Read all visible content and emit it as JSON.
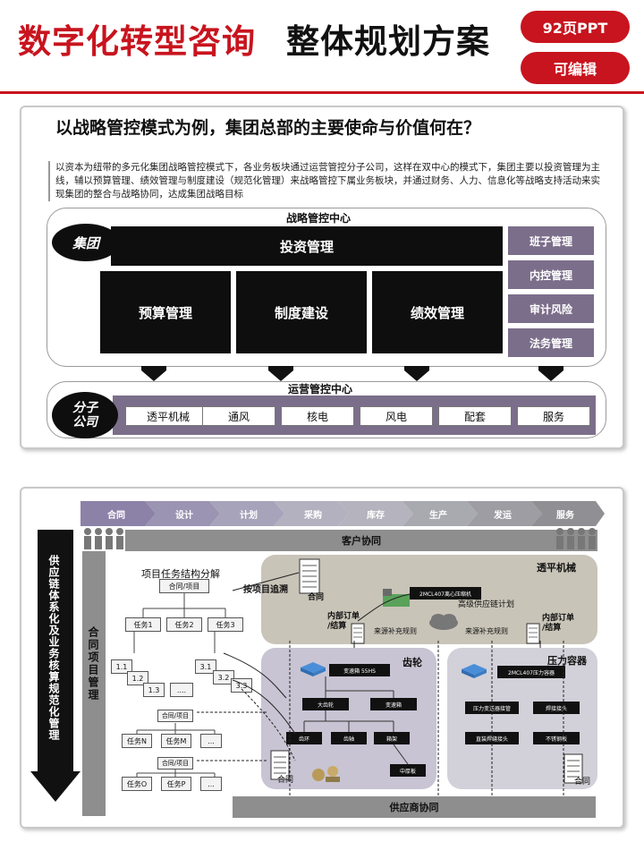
{
  "header": {
    "title_red": "数字化转型咨询",
    "title_black": "整体规划方案",
    "badge_pages": "92页PPT",
    "badge_edit": "可编辑"
  },
  "panel1": {
    "question": "以战略管控模式为例，集团总部的主要使命与价值何在？",
    "description": "以资本为纽带的多元化集团战略管控模式下，各业务板块通过运营管控分子公司，这样在双中心的模式下，集团主要以投资管理为主线，辅以预算管理、绩效管理与制度建设（规范化管理）来战略管控下属业务板块，并通过财务、人力、信息化等战略支持活动来实现集团的整合与战略协同，达成集团战略目标",
    "strategy_center": "战略管控中心",
    "group_label": "集团",
    "invest": "投资管理",
    "budget": "预算管理",
    "system": "制度建设",
    "performance": "绩效管理",
    "right_items": [
      "班子管理",
      "内控管理",
      "审计风险",
      "法务管理"
    ],
    "ops_center": "运营管控中心",
    "sub_label_1": "分子",
    "sub_label_2": "公司",
    "subs": [
      "透平机械",
      "通风",
      "核电",
      "风电",
      "配套",
      "服务"
    ]
  },
  "panel2": {
    "steps": [
      "合同",
      "设计",
      "计划",
      "采购",
      "库存",
      "生产",
      "发运",
      "服务"
    ],
    "customer": "客户协同",
    "supplier": "供应商协同",
    "left_vertical": "供应链体系化及业务核算规范化管理",
    "contract_mgmt": "合同项目管理",
    "task_title": "项目任务结构分解",
    "contract_project": "合同/项目",
    "tasks": [
      "任务1",
      "任务2",
      "任务3"
    ],
    "subtasks": [
      "1.1",
      "1.2",
      "1.3",
      "....",
      "3.1",
      "3.2",
      "3.3"
    ],
    "tasks_nm": [
      "任务N",
      "任务M",
      "..."
    ],
    "tasks_op": [
      "任务O",
      "任务P",
      "..."
    ],
    "track": "按项目追溯",
    "contract": "合同",
    "turbine": "透平机械",
    "server": "2MCL407离心压缩机",
    "advanced_plan": "高级供应链计划",
    "internal_order": "内部订单\n/结算",
    "supply_rule": "来源补充规则",
    "gear": "齿轮",
    "pressure": "压力容器",
    "gear_parts": [
      "变速箱 55HS",
      "大齿轮",
      "变速箱",
      "齿环",
      "齿轴",
      "箱架",
      "中厚板"
    ],
    "pressure_parts": [
      "2MCL407压力容器",
      "压力变送器接管",
      "焊接接头",
      "直装焊缝接头",
      "不锈钢板"
    ]
  }
}
